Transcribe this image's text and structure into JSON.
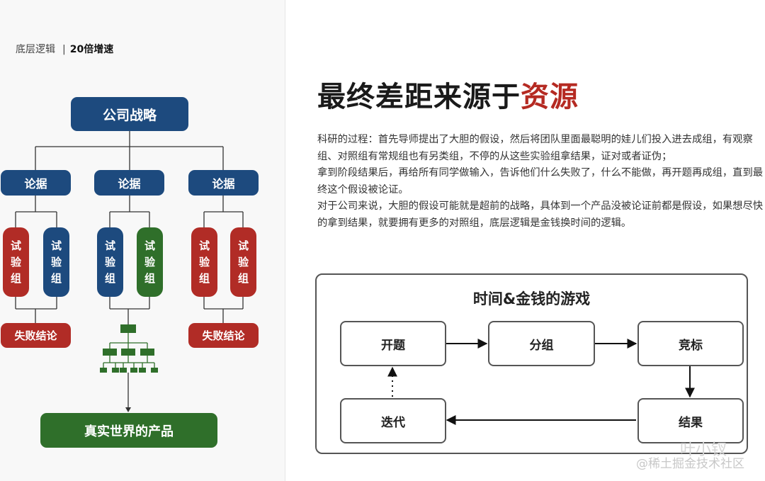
{
  "breadcrumb": {
    "section": "底层逻辑",
    "separator": "|",
    "current": "20倍增速"
  },
  "org_chart": {
    "root": "公司战略",
    "evidence": [
      "论据",
      "论据",
      "论据"
    ],
    "experiments": [
      "试验组",
      "试验组",
      "试验组",
      "试验组",
      "试验组",
      "试验组"
    ],
    "outcomes": [
      "失败结论",
      "失败结论"
    ],
    "final": "真实世界的产品",
    "colors": {
      "navy": "#1d4a7e",
      "red": "#b12c26",
      "green": "#2f6f2a"
    }
  },
  "article": {
    "title_main": "最终差距来源于",
    "title_highlight": "资源",
    "title_highlight_color": "#b52a22",
    "paragraphs": [
      "科研的过程：首先导师提出了大胆的假设，然后将团队里面最聪明的娃儿们投入进去成组，有观察组、对照组有常规组也有另类组，不停的从这些实验组拿结果，证对或者证伪；",
      "拿到阶段结果后，再给所有同学做输入，告诉他们什么失败了，什么不能做，再开题再成组，直到最终这个假设被论证。",
      "对于公司来说，大胆的假设可能就是超前的战略，具体到一个产品没被论证前都是假设，如果想尽快的拿到结果，就要拥有更多的对照组，底层逻辑是金钱换时间的逻辑。"
    ]
  },
  "game_diagram": {
    "title": "时间&金钱的游戏",
    "steps": {
      "start": "开题",
      "group": "分组",
      "compete": "竞标",
      "result": "结果",
      "iterate": "迭代"
    }
  },
  "watermark": {
    "line1": "叶小钗",
    "line2": "@稀土掘金技术社区"
  }
}
